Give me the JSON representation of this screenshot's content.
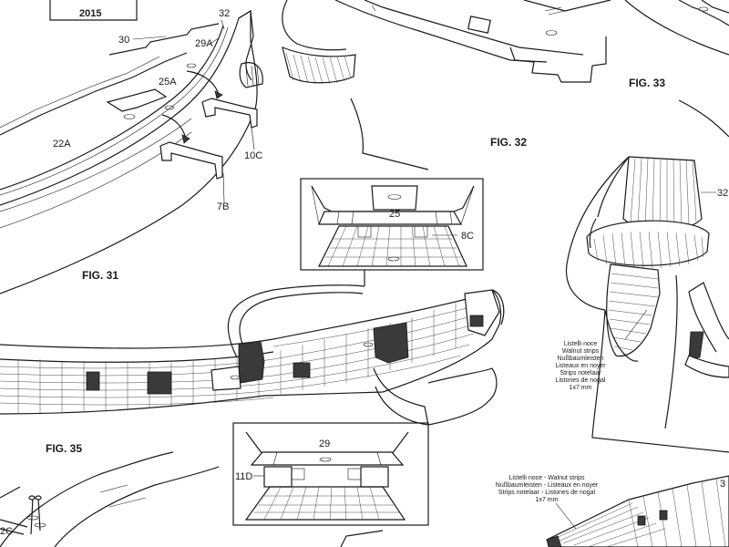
{
  "figures": {
    "fig31": "FIG. 31",
    "fig32": "FIG. 32",
    "fig33": "FIG. 33",
    "fig35": "FIG. 35"
  },
  "header_box": {
    "year": "2015"
  },
  "part_labels": {
    "p30": "30",
    "p32a": "32",
    "p29a": "29A",
    "p25a": "25A",
    "p22a": "22A",
    "p10c": "10C",
    "p7b": "7B",
    "p25": "25",
    "p8c": "8C",
    "p29": "29",
    "p11d": "11D",
    "p32b": "32",
    "p2c": "2C",
    "p3": "3"
  },
  "strip_notes": {
    "upper": [
      "Listelli noce",
      "Walnut strips",
      "Nußbaumleisten",
      "Listeaux en noyer",
      "Strips notelaar",
      "Listones de nogal",
      "1x7 mm"
    ],
    "lower": [
      "Listelli noce - Walnut strips",
      "Nußbaumleisten - Listeaux en noyer",
      "Strips notelaar - Listones de nogal",
      "1x7 mm"
    ]
  }
}
